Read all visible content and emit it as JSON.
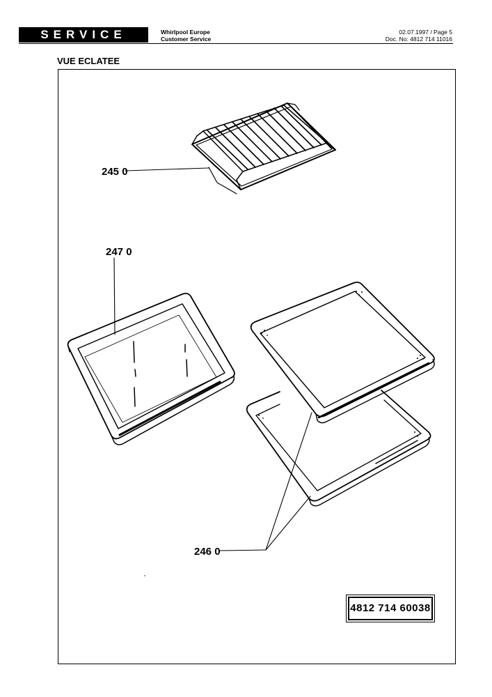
{
  "header": {
    "badge": "SERVICE",
    "company_line1": "Whirlpool Europe",
    "company_line2": "Customer Service",
    "date_page": "02.07.1997 / Page 5",
    "doc_no": "Doc. No: 4812 714 11016"
  },
  "section_title": "VUE ECLATEE",
  "callouts": {
    "rack": "245 0",
    "deep_pan": "247 0",
    "trays": "246 0"
  },
  "reference_number": "4812 714 60038"
}
